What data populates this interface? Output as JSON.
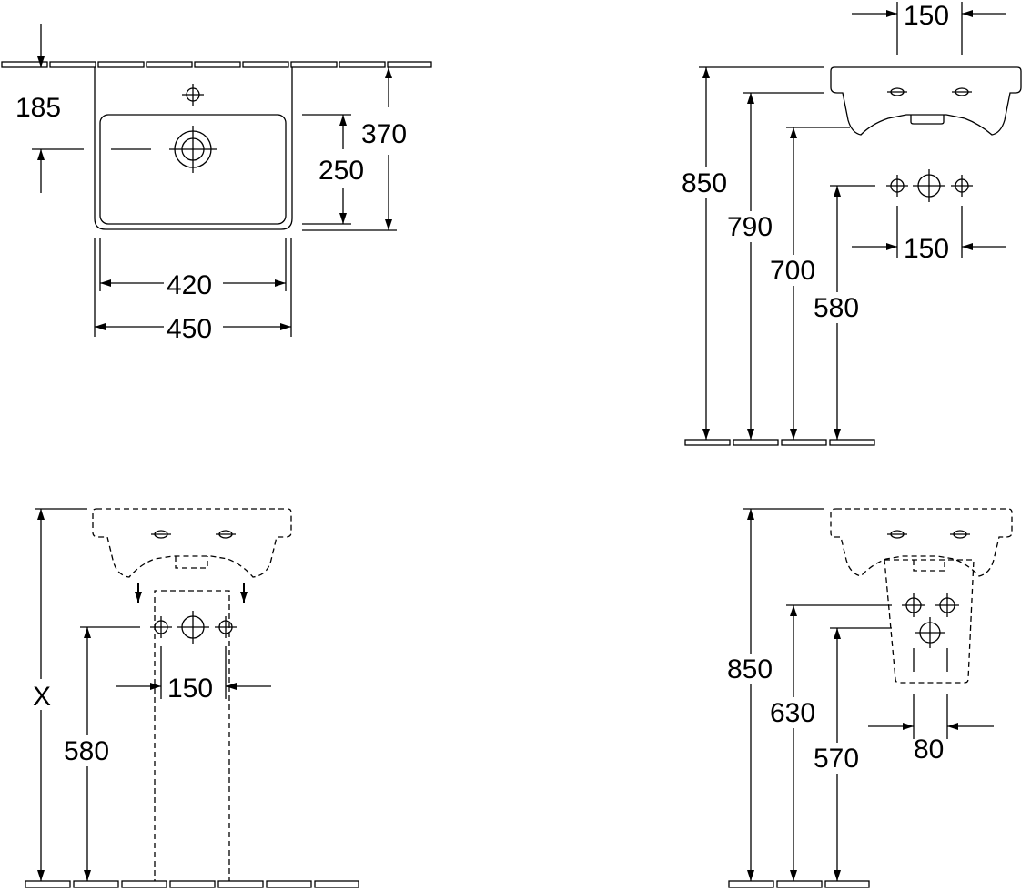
{
  "top_left": {
    "d185": "185",
    "d370": "370",
    "d250": "250",
    "d420": "420",
    "d450": "450"
  },
  "top_right": {
    "d150_top": "150",
    "d850": "850",
    "d790": "790",
    "d700": "700",
    "d580": "580",
    "d150_mid": "150"
  },
  "bottom_left": {
    "x": "X",
    "d580": "580",
    "d150": "150"
  },
  "bottom_right": {
    "d850": "850",
    "d630": "630",
    "d570": "570",
    "d80": "80"
  }
}
